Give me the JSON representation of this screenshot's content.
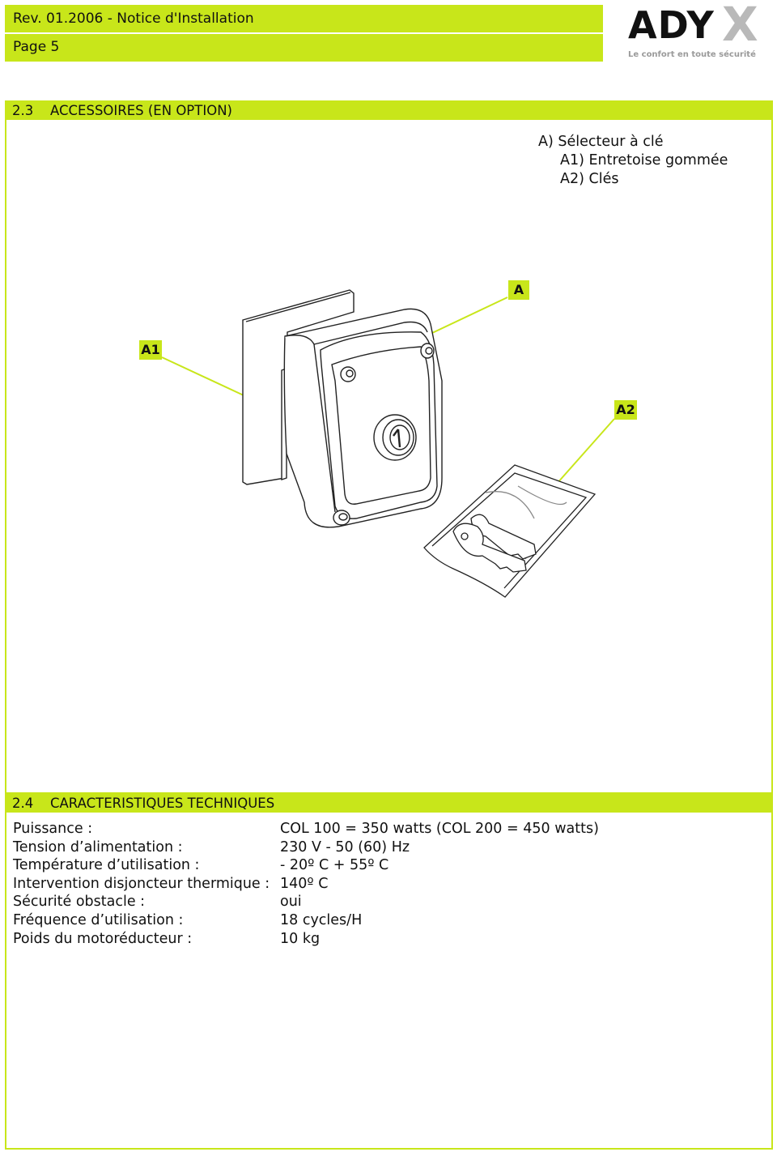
{
  "header": {
    "line1": "Rev. 01.2006 - Notice d'Installation",
    "line2": "Page 5",
    "logo_text": "ADY",
    "logo_x": "X",
    "logo_tagline": "Le confort en toute sécurité"
  },
  "section_accessories": {
    "number": "2.3",
    "title": "ACCESSOIRES (EN OPTION)",
    "items": [
      "A) Sélecteur à clé",
      "A1) Entretoise gommée",
      "A2) Clés"
    ],
    "callouts": {
      "a": "A",
      "a1": "A1",
      "a2": "A2"
    }
  },
  "section_specs": {
    "number": "2.4",
    "title": "CARACTERISTIQUES TECHNIQUES",
    "rows": [
      {
        "label": "Puissance :",
        "value": "COL 100 = 350 watts (COL 200 = 450 watts)"
      },
      {
        "label": "Tension d’alimentation :",
        "value": "230 V - 50 (60) Hz"
      },
      {
        "label": "Température d’utilisation :",
        "value": "- 20º C + 55º C"
      },
      {
        "label": "Intervention disjoncteur thermique :",
        "value": "140º C"
      },
      {
        "label": "Sécurité obstacle :",
        "value": "oui"
      },
      {
        "label": "Fréquence d’utilisation :",
        "value": "18 cycles/H"
      },
      {
        "label": "Poids du motoréducteur :",
        "value": "10 kg"
      }
    ]
  },
  "colors": {
    "accent": "#c8e61a",
    "logo_x": "#b9b9b9"
  }
}
